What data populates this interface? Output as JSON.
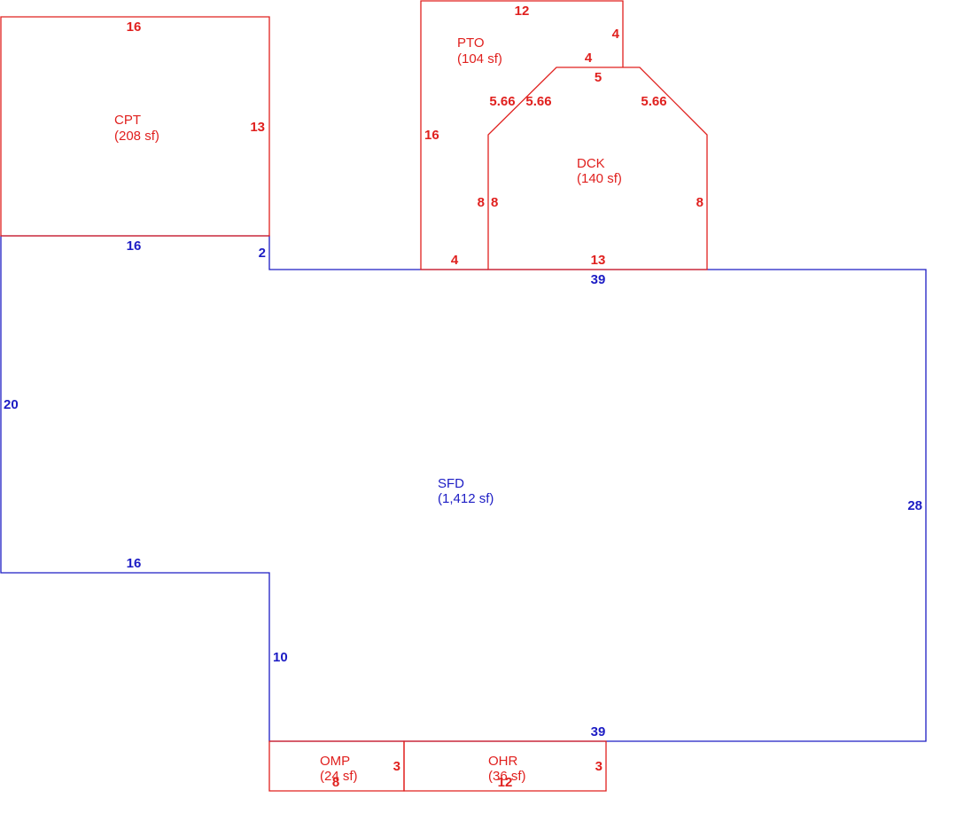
{
  "colors": {
    "addition": "#e0201e",
    "main": "#1c1cc4"
  },
  "areas": {
    "cpt": {
      "code": "CPT",
      "sf": "(208 sf)"
    },
    "pto": {
      "code": "PTO",
      "sf": "(104 sf)"
    },
    "dck": {
      "code": "DCK",
      "sf": "(140 sf)"
    },
    "sfd": {
      "code": "SFD",
      "sf": "(1,412 sf)"
    },
    "omp": {
      "code": "OMP",
      "sf": "(24 sf)"
    },
    "ohr": {
      "code": "OHR",
      "sf": "(36 sf)"
    }
  },
  "dims": {
    "cpt_top": "16",
    "cpt_right": "13",
    "pto_top": "12",
    "pto_right": "4",
    "pto_step": "4",
    "pto_left": "16",
    "pto_bottom": "4",
    "dck_top": "5",
    "dck_diag_left_a": "5.66",
    "dck_diag_left_b": "5.66",
    "dck_diag_right": "5.66",
    "dck_left_a": "8",
    "dck_left_b": "8",
    "dck_right": "8",
    "dck_bottom": "13",
    "sfd_top_left": "16",
    "sfd_step": "2",
    "sfd_top_right": "39",
    "sfd_left": "20",
    "sfd_right": "28",
    "sfd_mid_left": "16",
    "sfd_inner_left": "10",
    "sfd_bottom": "39",
    "omp_right": "3",
    "omp_bottom": "8",
    "ohr_right": "3",
    "ohr_bottom": "12"
  }
}
